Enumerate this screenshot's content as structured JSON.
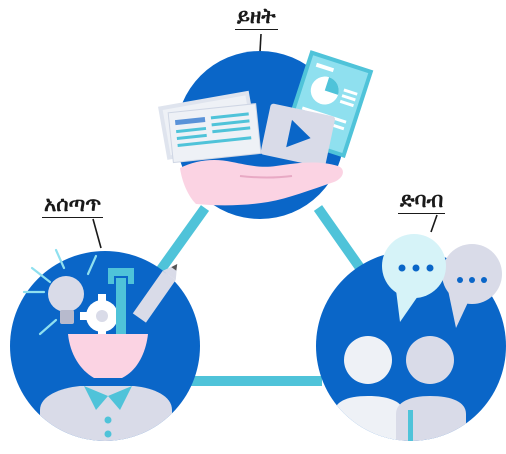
{
  "labels": {
    "top": "ይዘት",
    "left": "አሰጣጥ",
    "right": "ድባብ"
  },
  "colors": {
    "circle_blue": "#0a66c8",
    "connector_cyan": "#4fc3d9",
    "skin_pink": "#fbd3e3",
    "paper_light": "#eef1f6",
    "grey_lavender": "#d9dbe8",
    "dark_text": "#1a1a1a"
  },
  "nodes": [
    {
      "id": "content",
      "icon": "hand-holding-documents-icon"
    },
    {
      "id": "delivery",
      "icon": "head-with-gear-wrench-bulb-icon"
    },
    {
      "id": "atmosphere",
      "icon": "two-people-with-speech-bubbles-icon"
    }
  ]
}
